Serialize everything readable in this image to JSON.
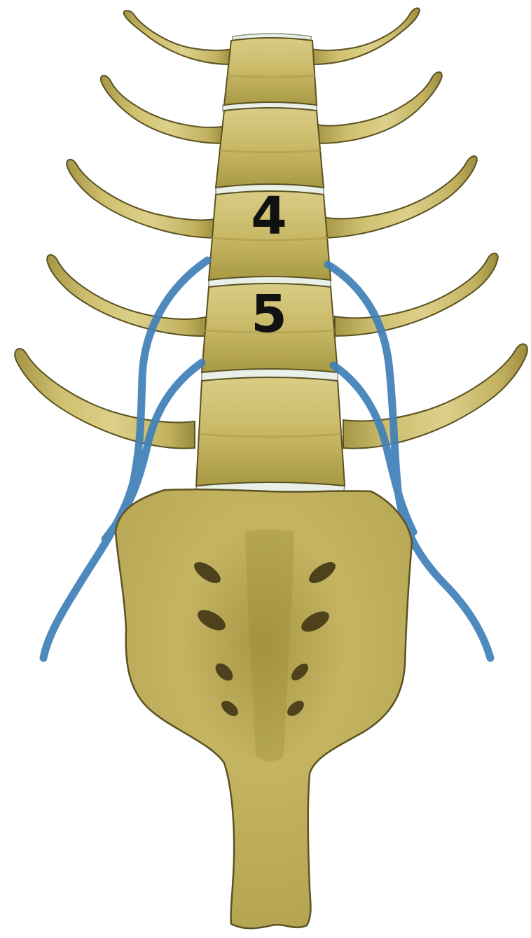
{
  "labels": {
    "vertebra_upper": "4",
    "vertebra_lower": "5"
  },
  "colors": {
    "bone": "#cfc06f",
    "bone_dark": "#9e8f3f",
    "bone_shadow": "#7d7030",
    "bone_light": "#e6da98",
    "outline": "#5b5222",
    "disc": "#e9efe9",
    "nerve": "#3f80b8",
    "foramen": "#4e421c",
    "label": "#111111"
  },
  "icons": {
    "spine": "lumbar-spine-and-sacrum-illustration",
    "nerves": "nerve-roots"
  }
}
